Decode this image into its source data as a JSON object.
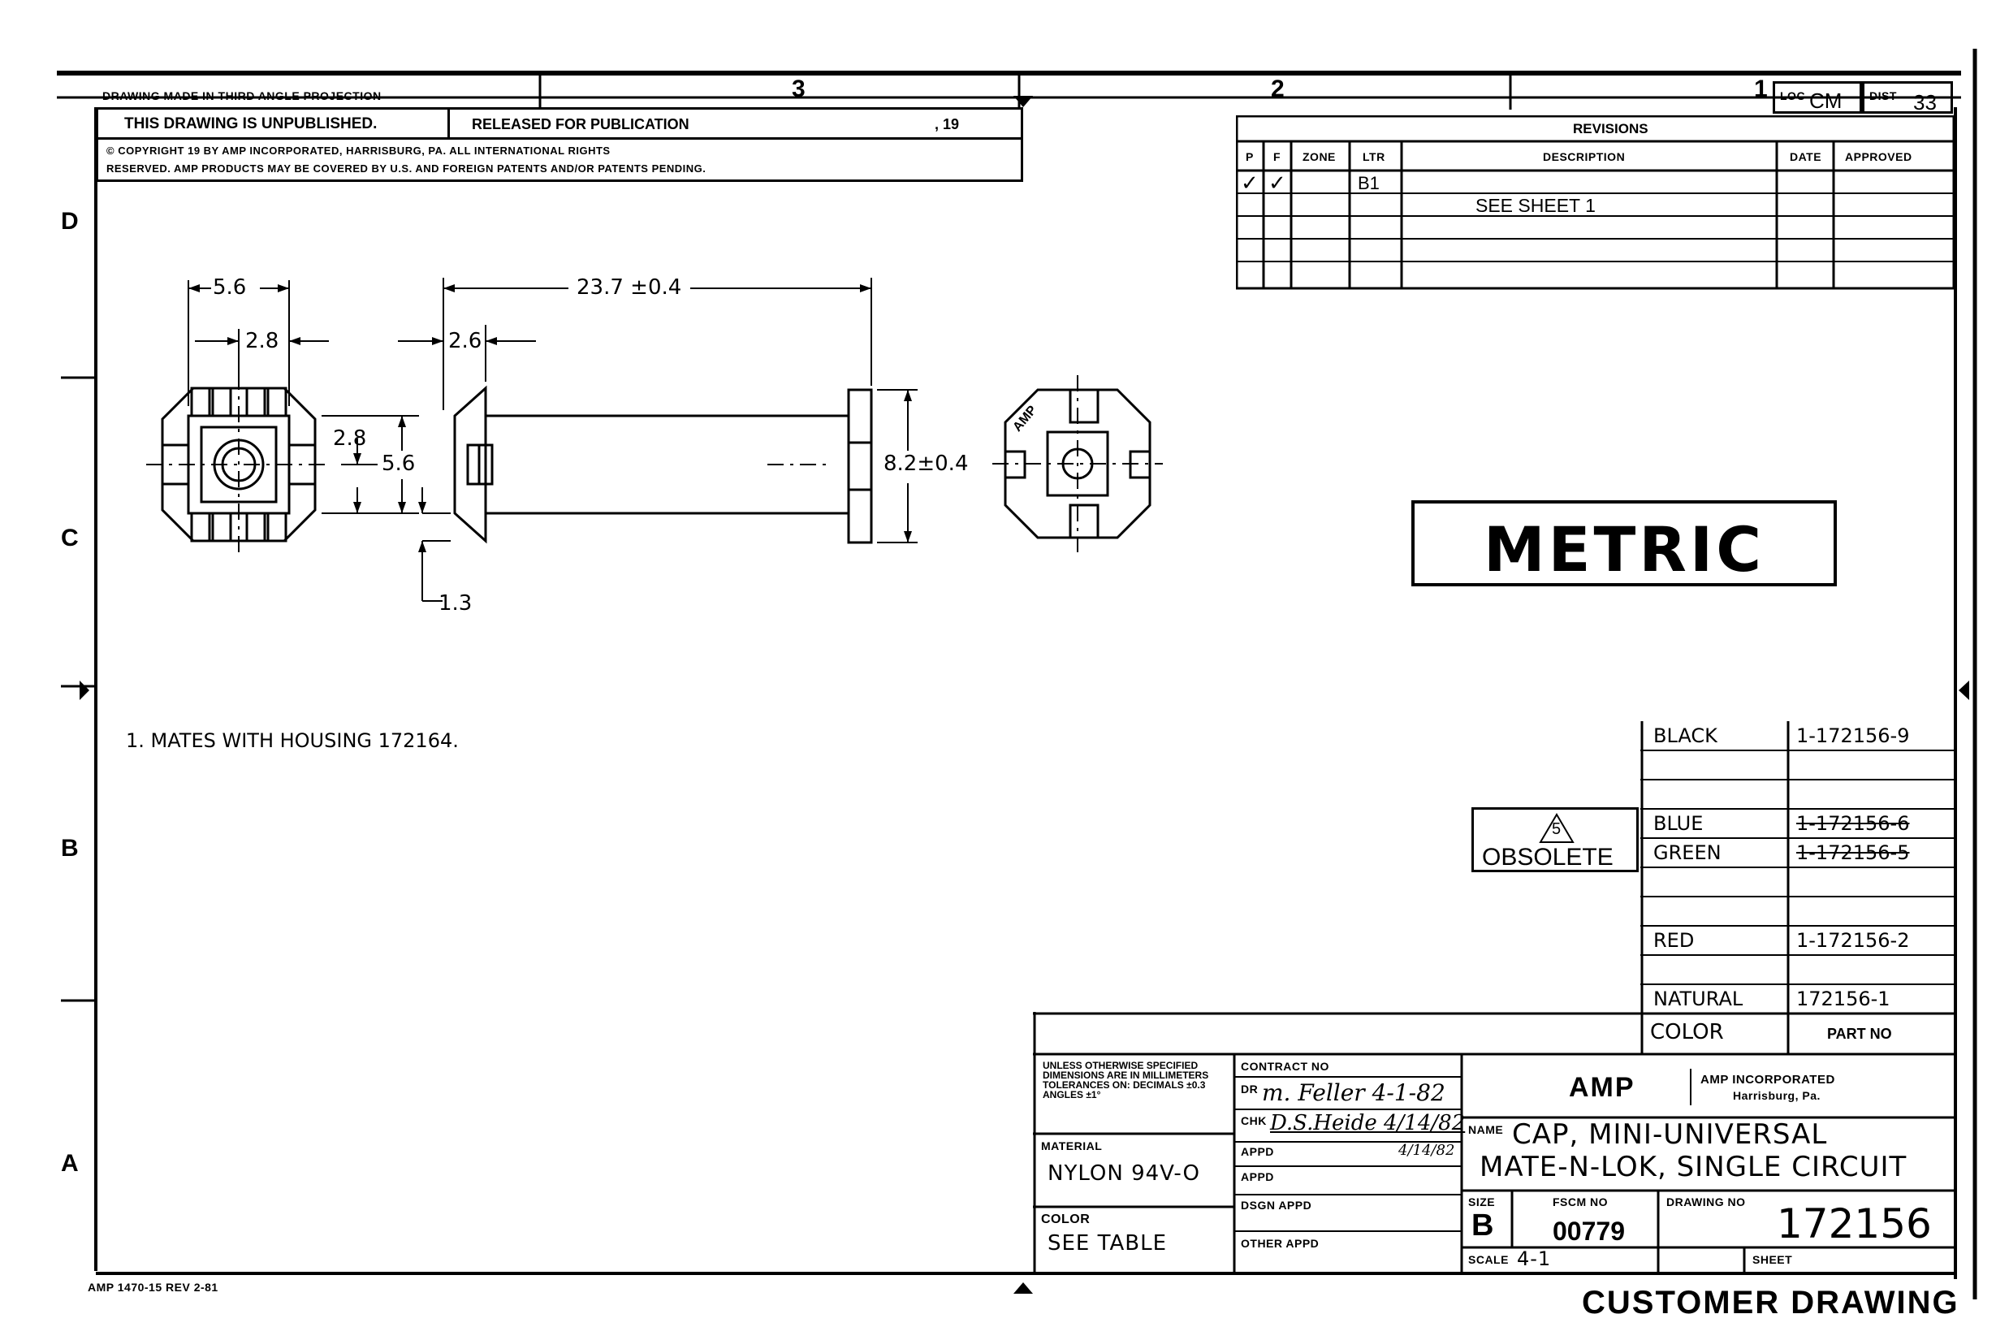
{
  "border": {
    "projection_note": "DRAWING MADE IN THIRD ANGLE PROJECTION",
    "zone_numbers": [
      "3",
      "2",
      "1"
    ],
    "zone_letters": [
      "D",
      "C",
      "B",
      "A"
    ],
    "loc_label": "LOC",
    "loc_value": "CM",
    "dist_label": "DIST",
    "dist_value": "33",
    "form_number": "AMP 1470-15 REV 2-81"
  },
  "notice": {
    "unpublished": "THIS DRAWING IS UNPUBLISHED.",
    "released": "RELEASED FOR PUBLICATION",
    "year_suffix": ", 19",
    "copyright_line1": "© COPYRIGHT 19          BY AMP INCORPORATED, HARRISBURG, PA.  ALL INTERNATIONAL RIGHTS",
    "copyright_line2": "RESERVED.  AMP PRODUCTS MAY BE COVERED BY U.S. AND FOREIGN PATENTS AND/OR PATENTS PENDING."
  },
  "revisions": {
    "title": "REVISIONS",
    "headers": [
      "P",
      "F",
      "ZONE",
      "LTR",
      "DESCRIPTION",
      "DATE",
      "APPROVED"
    ],
    "row1": {
      "p": "✓",
      "f": "✓",
      "ltr": "B1"
    },
    "note": "SEE SHEET 1"
  },
  "dimensions": {
    "d1": "5.6",
    "d2": "2.8",
    "d3": "2.8",
    "d4": "5.6",
    "d5": "23.7 ±0.4",
    "d6": "2.6",
    "d7": "8.2±0.4",
    "d8": "1.3",
    "end_mark": "AMP"
  },
  "note_text": "1.  MATES WITH HOUSING 172164.",
  "metric_label": "METRIC",
  "obsolete": {
    "marker": "5",
    "label": "OBSOLETE"
  },
  "color_table": {
    "header_color": "COLOR",
    "header_part": "PART NO",
    "rows": [
      {
        "color": "BLACK",
        "part": "1-172156-9",
        "struck": false
      },
      {
        "color": "",
        "part": "",
        "struck": false
      },
      {
        "color": "",
        "part": "",
        "struck": false
      },
      {
        "color": "BLUE",
        "part": "1-172156-6",
        "struck": true
      },
      {
        "color": "GREEN",
        "part": "1-172156-5",
        "struck": true
      },
      {
        "color": "",
        "part": "",
        "struck": false
      },
      {
        "color": "",
        "part": "",
        "struck": false
      },
      {
        "color": "RED",
        "part": "1-172156-2",
        "struck": false
      },
      {
        "color": "",
        "part": "",
        "struck": false
      },
      {
        "color": "NATURAL",
        "part": "172156-1",
        "struck": false
      }
    ]
  },
  "title_block": {
    "tolerance_note": "UNLESS OTHERWISE SPECIFIED DIMENSIONS ARE IN MILLIMETERS TOLERANCES ON: DECIMALS ±0.3 ANGLES ±1°",
    "material_label": "MATERIAL",
    "material_value": "NYLON 94V-O",
    "color_label": "COLOR",
    "color_value": "SEE TABLE",
    "contract_label": "CONTRACT NO",
    "dr_label": "DR",
    "dr_value": "m. Feller  4-1-82",
    "chk_label": "CHK",
    "chk_value": "D.S.Heide 4/14/82",
    "appd_label": "APPD",
    "appd_value": "4/14/82",
    "appd2_label": "APPD",
    "dsgn_label": "DSGN APPD",
    "other_label": "OTHER APPD",
    "company_logo": "AMP",
    "company_name": "AMP INCORPORATED",
    "company_city": "Harrisburg, Pa.",
    "name_label": "NAME",
    "name_line1": "CAP, MINI-UNIVERSAL",
    "name_line2": "MATE-N-LOK, SINGLE CIRCUIT",
    "size_label": "SIZE",
    "size_value": "B",
    "fscm_label": "FSCM NO",
    "fscm_value": "00779",
    "drawing_label": "DRAWING NO",
    "drawing_value": "172156",
    "scale_label": "SCALE",
    "scale_value": "4-1",
    "sheet_label": "SHEET",
    "customer_drawing": "CUSTOMER DRAWING"
  }
}
